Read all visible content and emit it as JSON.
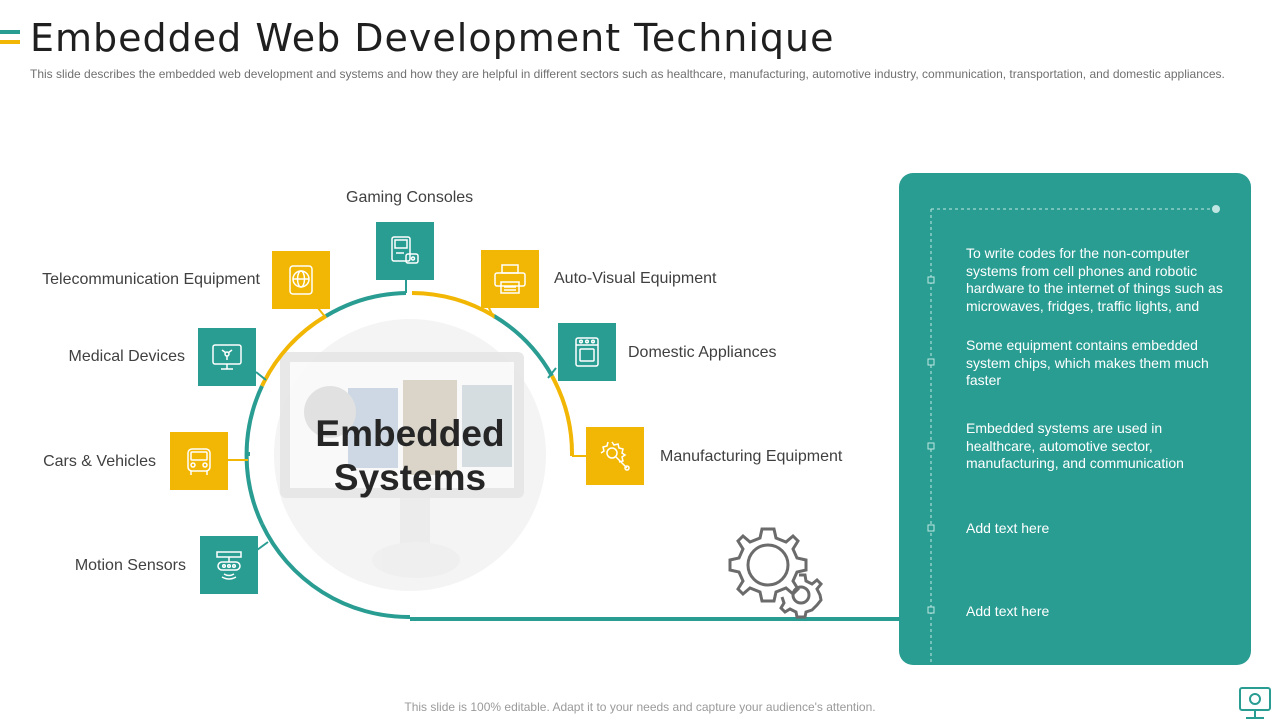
{
  "title": "Embedded Web Development Technique",
  "subtitle": "This slide describes the embedded web development  and systems and how they are helpful in different  sectors such as healthcare, manufacturing,  automotive industry, communication, transportation, and domestic appliances.",
  "center_label": {
    "line1": "Embedded",
    "line2": "Systems"
  },
  "nodes": [
    {
      "label": "Gaming Consoles",
      "icon": "game-console-icon",
      "color": "#2a9d93"
    },
    {
      "label": "Telecommunication  Equipment",
      "icon": "globe-phone-icon",
      "color": "#f2b705"
    },
    {
      "label": "Auto-Visual Equipment",
      "icon": "printer-icon",
      "color": "#f2b705"
    },
    {
      "label": "Medical Devices",
      "icon": "monitor-icon",
      "color": "#2a9d93"
    },
    {
      "label": "Domestic Appliances",
      "icon": "stove-icon",
      "color": "#2a9d93"
    },
    {
      "label": "Cars & Vehicles",
      "icon": "truck-icon",
      "color": "#f2b705"
    },
    {
      "label": "Manufacturing  Equipment",
      "icon": "gear-wrench-icon",
      "color": "#f2b705"
    },
    {
      "label": "Motion Sensors",
      "icon": "sensor-icon",
      "color": "#2a9d93"
    }
  ],
  "panel": {
    "items": [
      "To write codes for the non-computer systems from cell phones and robotic hardware to the internet of things such as microwaves, fridges, traffic lights, and",
      "Some equipment contains embedded system chips, which makes them much faster",
      "Embedded systems are used in healthcare, automotive sector, manufacturing, and communication",
      "Add text here",
      "Add text here"
    ]
  },
  "footer": "This slide is 100% editable. Adapt it to your needs and capture your audience's attention.",
  "colors": {
    "teal": "#2a9d93",
    "yellow": "#f2b705"
  }
}
